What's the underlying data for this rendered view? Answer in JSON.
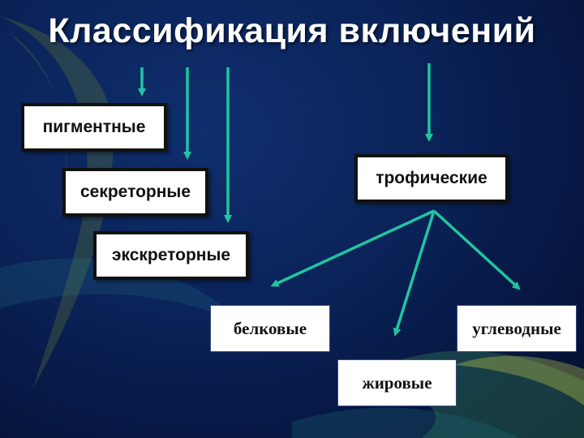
{
  "title": "Классификация включений",
  "colors": {
    "arrow": "#1fc6a0",
    "background": "#0a2257",
    "box_fill": "#ffffff",
    "box_border": "#111111"
  },
  "categories": {
    "pigment": "пигментные",
    "secretory": "секреторные",
    "excretory": "экскреторные",
    "trophic": "трофические"
  },
  "trophic_subtypes": {
    "protein": "белковые",
    "fat": "жировые",
    "carbohydrate": "углеводные"
  }
}
